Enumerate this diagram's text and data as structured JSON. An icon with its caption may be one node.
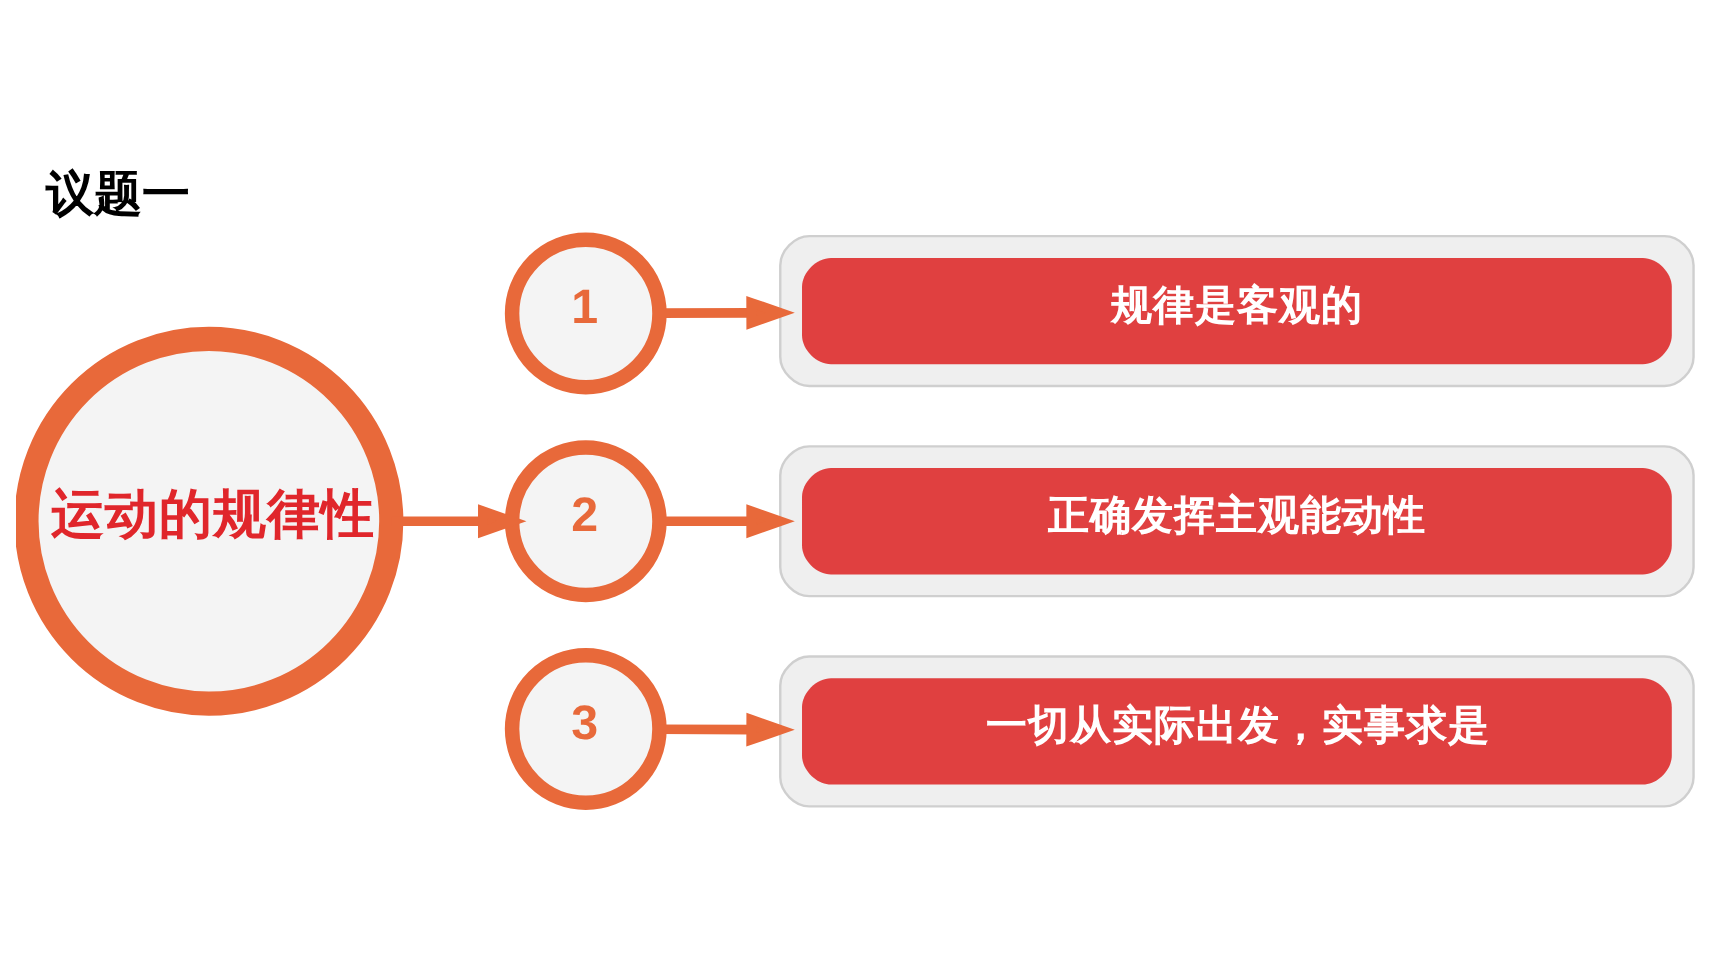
{
  "diagram": {
    "title": "议题一",
    "nodes": [
      {
        "text": [
          "运动的规律性"
        ]
      },
      {
        "text": [
          "1"
        ]
      },
      {
        "text": [
          "2"
        ]
      },
      {
        "text": [
          "3"
        ]
      },
      {
        "text": [
          "规律是客观的"
        ]
      },
      {
        "text": [
          "正确发挥主观能动性"
        ]
      },
      {
        "text": [
          "一切从实际出发，实事求是"
        ]
      }
    ],
    "edges": [
      {
        "from": 0,
        "to": 2,
        "arrow": "to"
      },
      {
        "from": 1,
        "to": 4,
        "arrow": "to"
      },
      {
        "from": 2,
        "to": 5,
        "arrow": "to"
      },
      {
        "from": 3,
        "to": 6,
        "arrow": "to"
      }
    ]
  }
}
